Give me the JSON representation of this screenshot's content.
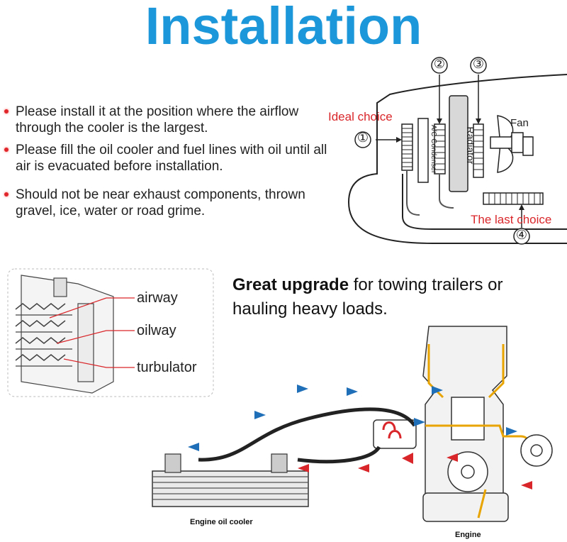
{
  "title": "Installation",
  "bullets": [
    "Please install it at the position where the airflow through the cooler is the largest.",
    "Please fill the oil cooler and fuel lines with oil until all air is evacuated before installation.",
    "Should not be near exhaust components, thrown gravel, ice, water or road grime."
  ],
  "placement_diagram": {
    "ideal_label": "Ideal choice",
    "last_label": "The last choice",
    "condenser_label": "A/C Condenser",
    "radiator_label": "Radiator",
    "fan_label": "Fan",
    "markers": [
      "①",
      "②",
      "③",
      "④"
    ]
  },
  "cutaway": {
    "labels": [
      "airway",
      "oilway",
      "turbulator"
    ]
  },
  "upgrade": {
    "bold": "Great upgrade",
    "rest": " for towing trailers or hauling heavy loads."
  },
  "captions": {
    "cooler": "Engine oil cooler",
    "engine": "Engine"
  },
  "colors": {
    "title": "#1c97d9",
    "accent_red": "#d9262a",
    "flow_blue": "#1f6fb8",
    "oil_yellow": "#e8a400"
  }
}
